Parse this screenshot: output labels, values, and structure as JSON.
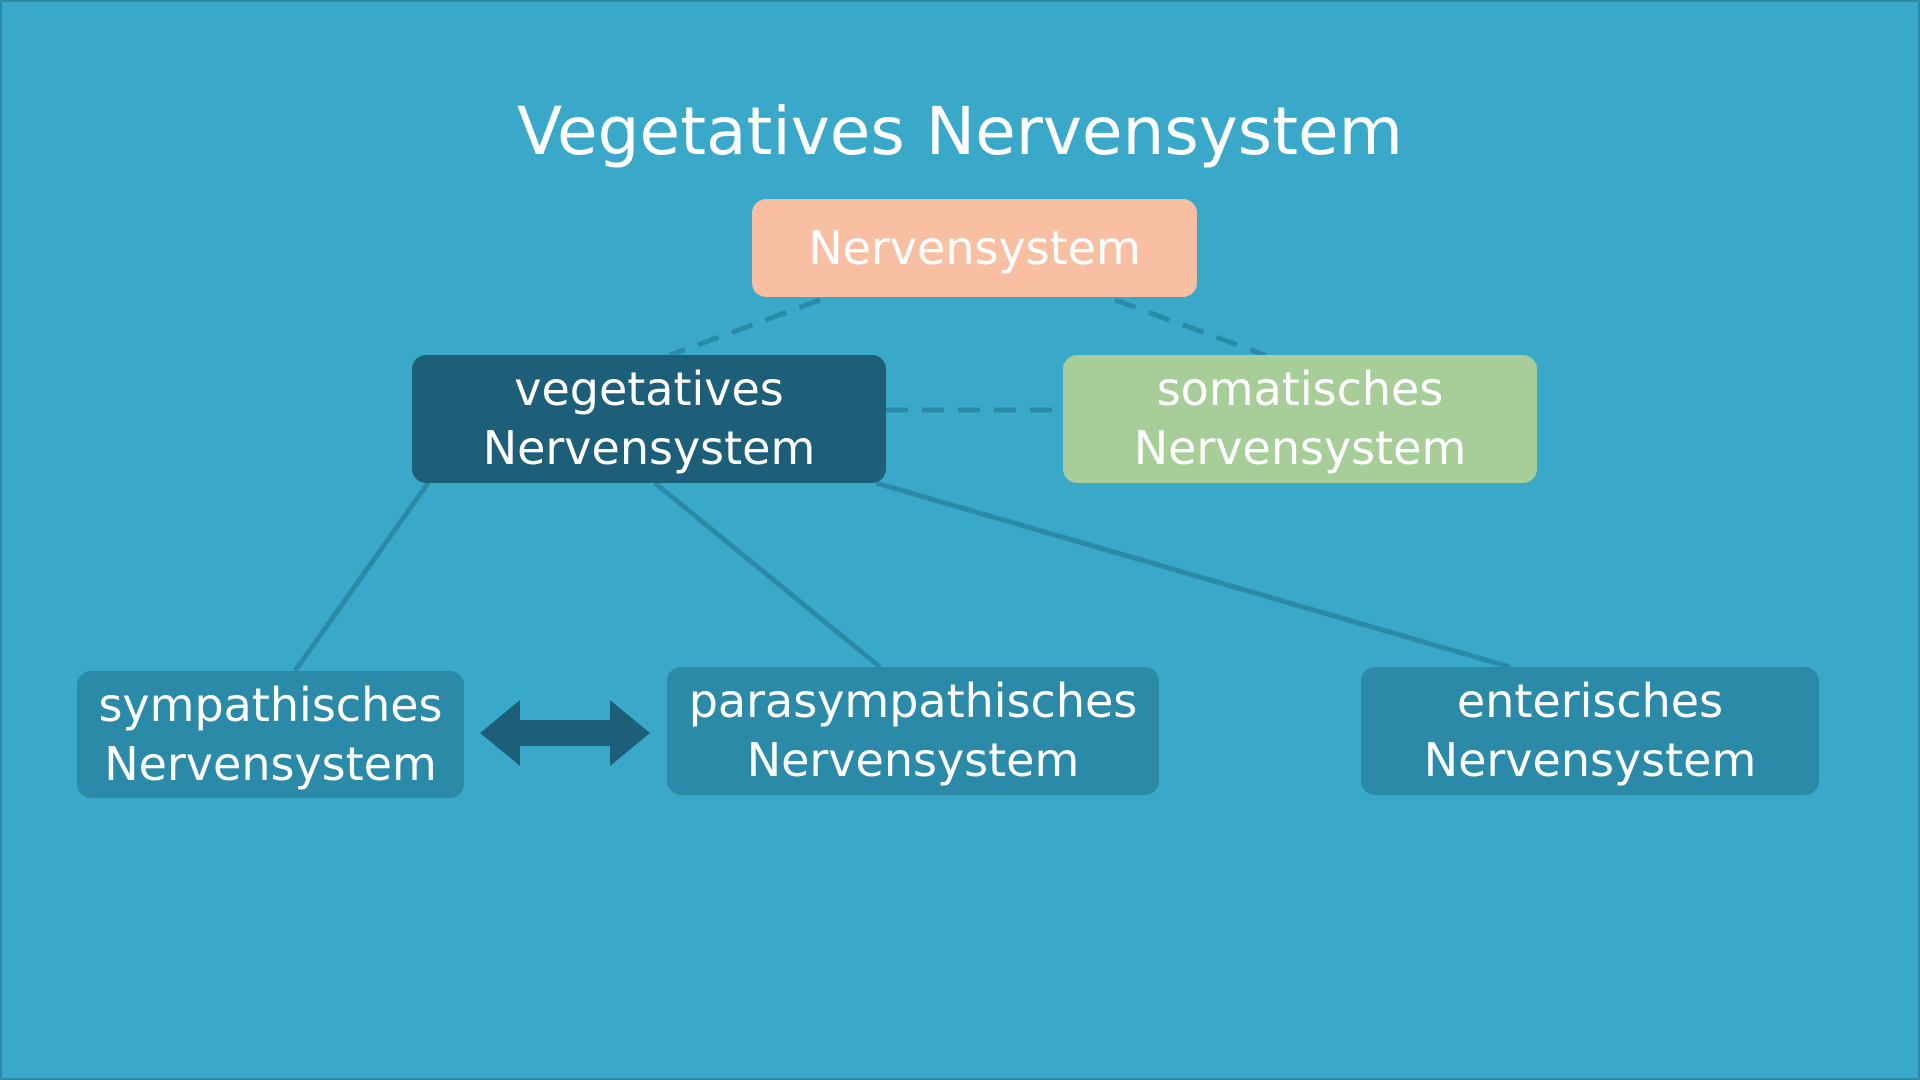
{
  "title": "Vegetatives Nervensystem",
  "nodes": {
    "root": {
      "label": "Nervensystem"
    },
    "vegetative": {
      "line1": "vegetatives",
      "line2": "Nervensystem"
    },
    "somatic": {
      "line1": "somatisches",
      "line2": "Nervensystem"
    },
    "sympathetic": {
      "line1": "sympathisches",
      "line2": "Nervensystem"
    },
    "parasympathetic": {
      "line1": "parasympathisches",
      "line2": "Nervensystem"
    },
    "enteric": {
      "line1": "enterisches",
      "line2": "Nervensystem"
    }
  },
  "colors": {
    "background": "#3aa8c8",
    "root": "#f9bfa3",
    "vegetative": "#1d5f78",
    "somatic": "#a7cd98",
    "subsystem": "#2a8aa8",
    "connector": "#2a8aa8",
    "arrow": "#1d5f78"
  }
}
